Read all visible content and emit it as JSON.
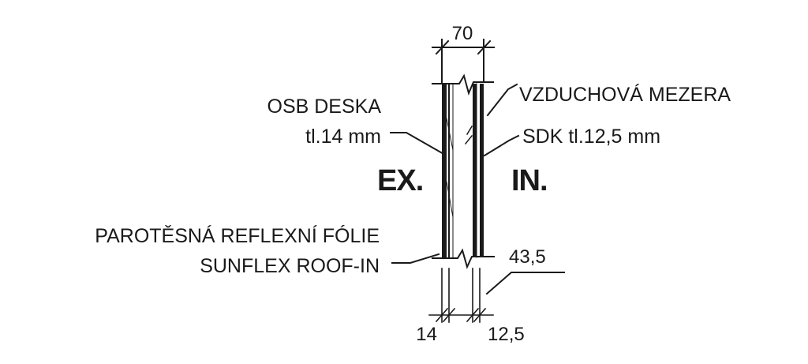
{
  "labels": {
    "osb_line1": "OSB DESKA",
    "osb_line2": "tl.14 mm",
    "air_gap": "VZDUCHOVÁ MEZERA",
    "sdk": "SDK tl.12,5 mm",
    "exterior": "EX.",
    "interior": "IN.",
    "foil_line1": "PAROTĚSNÁ REFLEXNÍ FÓLIE",
    "foil_line2": "SUNFLEX ROOF-IN"
  },
  "dimensions": {
    "total": "70",
    "gap": "43,5",
    "osb": "14",
    "sdk": "12,5"
  },
  "colors": {
    "ink": "#1a1a1a",
    "background": "#ffffff"
  }
}
